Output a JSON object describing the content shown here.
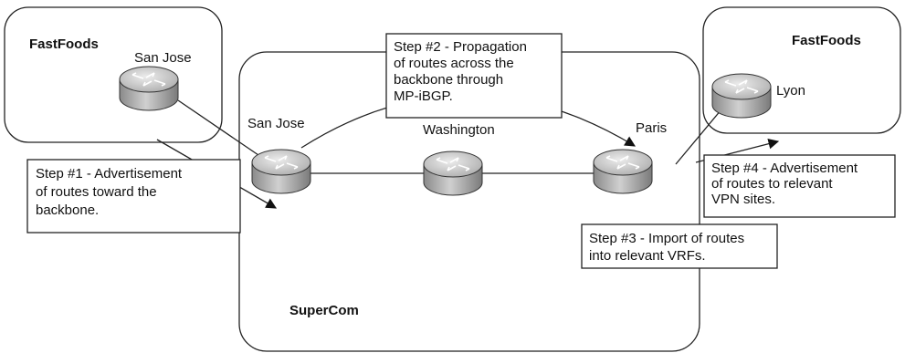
{
  "regions": {
    "fastfoods_left": {
      "label": "FastFoods"
    },
    "fastfoods_right": {
      "label": "FastFoods"
    },
    "supercom": {
      "label": "SuperCom"
    }
  },
  "routers": {
    "sj_customer": {
      "label": "San Jose"
    },
    "lyon": {
      "label": "Lyon"
    },
    "sj_backbone": {
      "label": "San Jose"
    },
    "washington": {
      "label": "Washington"
    },
    "paris": {
      "label": "Paris"
    }
  },
  "steps": {
    "step1": {
      "lines": [
        "Step #1 - Advertisement",
        "of routes toward the",
        "backbone."
      ]
    },
    "step2": {
      "lines": [
        "Step #2 - Propagation",
        "of routes across the",
        "backbone through",
        "MP-iBGP."
      ]
    },
    "step3": {
      "lines": [
        "Step #3 - Import of routes",
        "into relevant VRFs."
      ]
    },
    "step4": {
      "lines": [
        "Step #4 - Advertisement",
        "of routes to relevant",
        "VPN sites."
      ]
    }
  },
  "colors": {
    "router_body": "#b8b8b8",
    "router_top": "#d8d8d8",
    "line": "#222222"
  }
}
